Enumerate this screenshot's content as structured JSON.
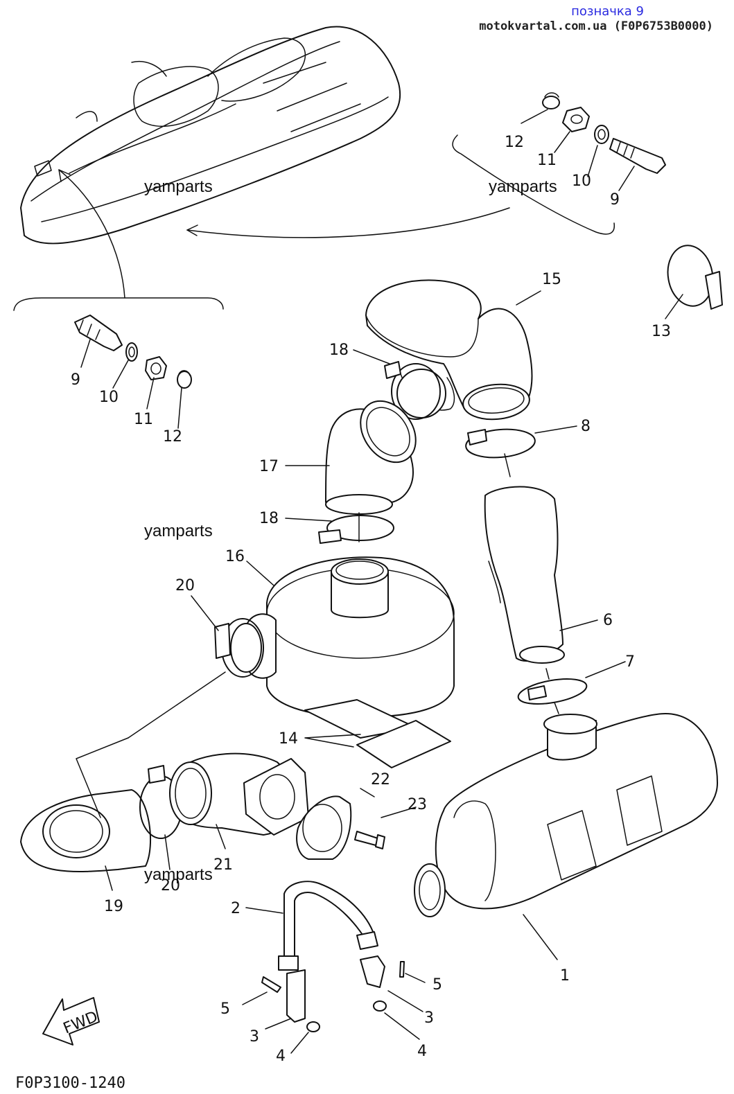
{
  "header": {
    "title": "позначка 9",
    "site": "motokvartal.com.ua (F0P6753B0000)"
  },
  "watermark": "yamparts",
  "diagram_code": "F0P3100-1240",
  "fwd_label": "FWD",
  "callouts": [
    "1",
    "2",
    "3",
    "3",
    "4",
    "4",
    "5",
    "5",
    "6",
    "7",
    "8",
    "9",
    "9",
    "10",
    "10",
    "11",
    "11",
    "12",
    "12",
    "13",
    "14",
    "15",
    "16",
    "17",
    "18",
    "18",
    "19",
    "20",
    "20",
    "21",
    "22",
    "23"
  ]
}
